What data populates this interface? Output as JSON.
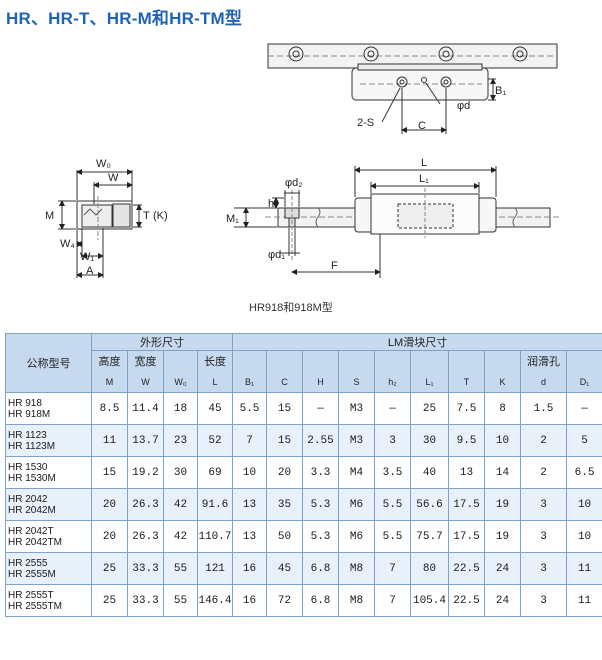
{
  "title": "HR、HR-T、HR-M和HR-TM型",
  "caption": "HR918和918M型",
  "labels": {
    "top_view": {
      "B1": "B₁",
      "2S": "2-S",
      "C": "C",
      "d": "φd"
    },
    "end_view": {
      "W0": "W₀",
      "W": "W",
      "M": "M",
      "T": "T",
      "K": "(K)",
      "W4": "W₄",
      "W1": "W₁",
      "A": "A"
    },
    "side_view": {
      "L": "L",
      "L1": "L₁",
      "d2": "φd₂",
      "h": "h",
      "M1": "M₁",
      "d1": "φd₁",
      "F": "F"
    }
  },
  "table": {
    "model_header": "公称型号",
    "group_outer": "外形尺寸",
    "group_lm": "LM滑块尺寸",
    "columns": [
      {
        "label": "高度",
        "sym": "M"
      },
      {
        "label": "宽度",
        "sym": "W"
      },
      {
        "label": "",
        "sym": "W₀"
      },
      {
        "label": "长度",
        "sym": "L"
      },
      {
        "label": "",
        "sym": "B₁"
      },
      {
        "label": "",
        "sym": "C"
      },
      {
        "label": "",
        "sym": "H"
      },
      {
        "label": "",
        "sym": "S"
      },
      {
        "label": "",
        "sym": "h₂"
      },
      {
        "label": "",
        "sym": "L₁"
      },
      {
        "label": "",
        "sym": "T"
      },
      {
        "label": "",
        "sym": "K"
      },
      {
        "label": "润滑孔",
        "sym": "d"
      },
      {
        "label": "",
        "sym": "D₁"
      }
    ],
    "rows": [
      {
        "models": [
          "HR 918",
          "HR 918M"
        ],
        "cells": [
          "8.5",
          "11.4",
          "18",
          "45",
          "5.5",
          "15",
          "—",
          "M3",
          "—",
          "25",
          "7.5",
          "8",
          "1.5",
          "—"
        ]
      },
      {
        "models": [
          "HR 1123",
          "HR 1123M"
        ],
        "cells": [
          "11",
          "13.7",
          "23",
          "52",
          "7",
          "15",
          "2.55",
          "M3",
          "3",
          "30",
          "9.5",
          "10",
          "2",
          "5"
        ]
      },
      {
        "models": [
          "HR 1530",
          "HR 1530M"
        ],
        "cells": [
          "15",
          "19.2",
          "30",
          "69",
          "10",
          "20",
          "3.3",
          "M4",
          "3.5",
          "40",
          "13",
          "14",
          "2",
          "6.5"
        ]
      },
      {
        "models": [
          "HR 2042",
          "HR 2042M"
        ],
        "cells": [
          "20",
          "26.3",
          "42",
          "91.6",
          "13",
          "35",
          "5.3",
          "M6",
          "5.5",
          "56.6",
          "17.5",
          "19",
          "3",
          "10"
        ]
      },
      {
        "models": [
          "HR 2042T",
          "HR 2042TM"
        ],
        "cells": [
          "20",
          "26.3",
          "42",
          "110.7",
          "13",
          "50",
          "5.3",
          "M6",
          "5.5",
          "75.7",
          "17.5",
          "19",
          "3",
          "10"
        ]
      },
      {
        "models": [
          "HR 2555",
          "HR 2555M"
        ],
        "cells": [
          "25",
          "33.3",
          "55",
          "121",
          "16",
          "45",
          "6.8",
          "M8",
          "7",
          "80",
          "22.5",
          "24",
          "3",
          "11"
        ]
      },
      {
        "models": [
          "HR 2555T",
          "HR 2555TM"
        ],
        "cells": [
          "25",
          "33.3",
          "55",
          "146.4",
          "16",
          "72",
          "6.8",
          "M8",
          "7",
          "105.4",
          "22.5",
          "24",
          "3",
          "11"
        ]
      }
    ]
  }
}
